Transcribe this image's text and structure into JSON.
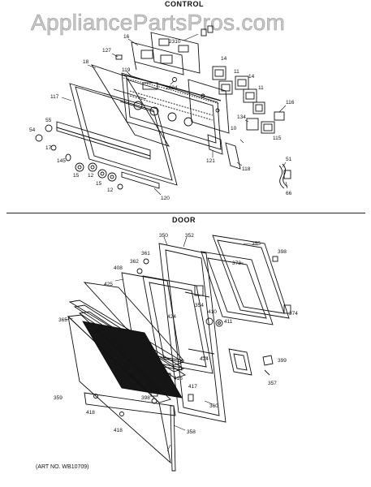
{
  "watermark": "AppliancePartsPros.com",
  "sections": {
    "control": {
      "title": "CONTROL"
    },
    "door": {
      "title": "DOOR"
    }
  },
  "art_number": "(ART NO. WB10709)",
  "control_labels": [
    {
      "id": "c16",
      "text": "16"
    },
    {
      "id": "c127",
      "text": "127"
    },
    {
      "id": "c18",
      "text": "18"
    },
    {
      "id": "c119",
      "text": "119"
    },
    {
      "id": "c117",
      "text": "117"
    },
    {
      "id": "c55",
      "text": "55"
    },
    {
      "id": "c54",
      "text": "54"
    },
    {
      "id": "c17",
      "text": "17"
    },
    {
      "id": "c145",
      "text": "145"
    },
    {
      "id": "c15a",
      "text": "15"
    },
    {
      "id": "c12a",
      "text": "12"
    },
    {
      "id": "c15b",
      "text": "15"
    },
    {
      "id": "c12b",
      "text": "12"
    },
    {
      "id": "c120",
      "text": "120"
    },
    {
      "id": "c2310",
      "text": "2310"
    },
    {
      "id": "c14a",
      "text": "14"
    },
    {
      "id": "c11a",
      "text": "11"
    },
    {
      "id": "c14b",
      "text": "14"
    },
    {
      "id": "c11b",
      "text": "11"
    },
    {
      "id": "c1624",
      "text": "1624"
    },
    {
      "id": "c116",
      "text": "116"
    },
    {
      "id": "c134",
      "text": "134"
    },
    {
      "id": "c10",
      "text": "10"
    },
    {
      "id": "c115",
      "text": "115"
    },
    {
      "id": "c121",
      "text": "121"
    },
    {
      "id": "c118",
      "text": "118"
    },
    {
      "id": "c51",
      "text": "51"
    },
    {
      "id": "c66",
      "text": "66"
    }
  ],
  "door_labels": [
    {
      "id": "d350",
      "text": "350"
    },
    {
      "id": "d352",
      "text": "352"
    },
    {
      "id": "d355",
      "text": "355"
    },
    {
      "id": "d361",
      "text": "361"
    },
    {
      "id": "d398",
      "text": "398"
    },
    {
      "id": "d362",
      "text": "362"
    },
    {
      "id": "d408",
      "text": "408"
    },
    {
      "id": "d373",
      "text": "373"
    },
    {
      "id": "d425",
      "text": "425"
    },
    {
      "id": "d354",
      "text": "354"
    },
    {
      "id": "d374",
      "text": "374"
    },
    {
      "id": "d410",
      "text": "410"
    },
    {
      "id": "d411",
      "text": "411"
    },
    {
      "id": "d424a",
      "text": "424"
    },
    {
      "id": "d365",
      "text": "365"
    },
    {
      "id": "d424b",
      "text": "424"
    },
    {
      "id": "d399",
      "text": "399"
    },
    {
      "id": "d357",
      "text": "357"
    },
    {
      "id": "d422",
      "text": "422"
    },
    {
      "id": "d416",
      "text": "416"
    },
    {
      "id": "d398b",
      "text": "398"
    },
    {
      "id": "d417",
      "text": "417"
    },
    {
      "id": "d359",
      "text": "359"
    },
    {
      "id": "d360",
      "text": "360"
    },
    {
      "id": "d418a",
      "text": "418"
    },
    {
      "id": "d418b",
      "text": "418"
    },
    {
      "id": "d358",
      "text": "358"
    }
  ]
}
